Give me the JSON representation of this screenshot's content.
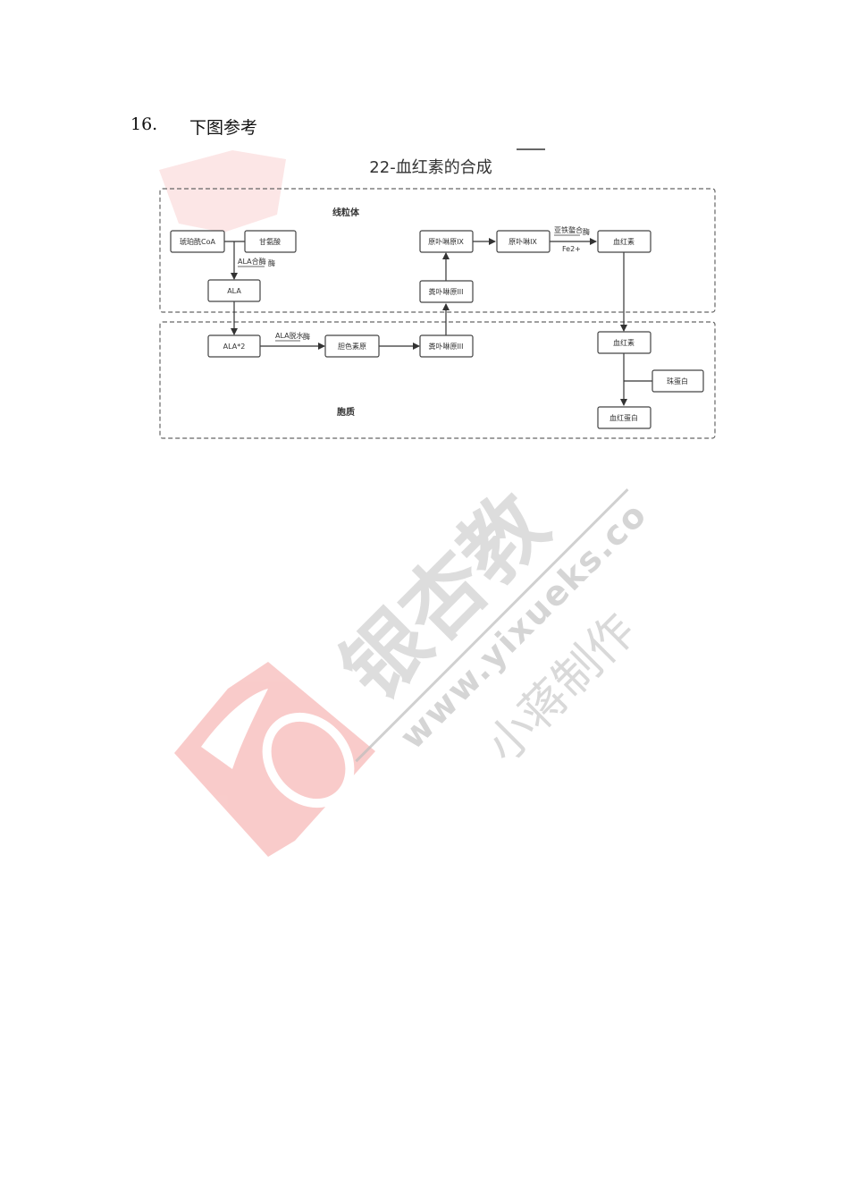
{
  "question": {
    "number": "16.",
    "text": "下图参考"
  },
  "diagram": {
    "title": "22-血红素的合成",
    "regions": {
      "mitochondria": "线粒体",
      "cytoplasm": "胞质"
    },
    "nodes": {
      "succinyl": "琥珀酰CoA",
      "glycine": "甘氨酸",
      "ala_mito": "ALA",
      "ala2": "ALA*2",
      "pbg": "胆色素原",
      "copro_cyto": "粪卟啉原III",
      "copro_mito": "粪卟啉原III",
      "protogen": "原卟啉原IX",
      "proto": "原卟啉IX",
      "heme_mito": "血红素",
      "heme_cyto": "血红素",
      "globin": "珠蛋白",
      "hemoglobin": "血红蛋白"
    },
    "edge_labels": {
      "ala_synthase": "ALA合酶",
      "ala_dehydratase": "ALA脱水",
      "ferrochelatase": "亚铁螯合",
      "enzyme": "酶",
      "iron": "Fe2+"
    }
  },
  "watermark": {
    "brand": "银杏教",
    "url": "www.yixueks.co",
    "author": "小蒋制作",
    "color": "#e8332f"
  }
}
